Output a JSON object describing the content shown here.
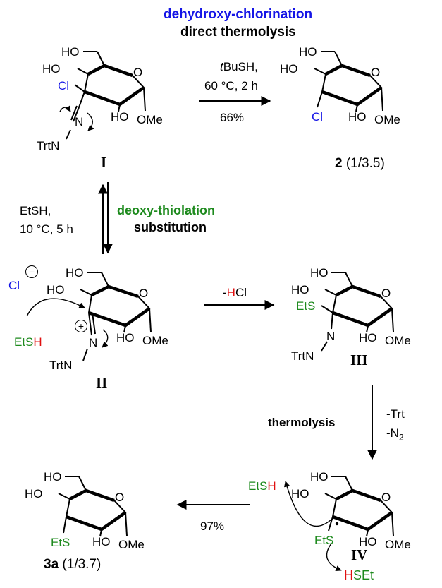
{
  "header": {
    "title_top": "dehydroxy-chlorination",
    "title_bottom": "direct thermolysis",
    "title_top_color": "#1515e6"
  },
  "step1": {
    "reagent_italic": "t",
    "reagent_rest": "BuSH,",
    "conditions": "60 °C, 2 h",
    "yield": "66%"
  },
  "step2": {
    "reagent": "EtSH,",
    "conditions": "10 °C, 5 h",
    "label_top": "deoxy-thiolation",
    "label_bottom": "substitution",
    "label_color": "#1d8a1d"
  },
  "step3": {
    "reagent_prefix": "-",
    "reagent_red": "H",
    "reagent_rest": "Cl"
  },
  "step4": {
    "label": "thermolysis",
    "line1": "-Trt",
    "line2_main": "-N",
    "line2_sub": "2"
  },
  "step5": {
    "yield": "97%"
  },
  "compounds": {
    "I": {
      "roman": "I"
    },
    "II": {
      "roman": "II"
    },
    "III": {
      "roman": "III"
    },
    "IV": {
      "roman": "IV"
    },
    "c2": {
      "number": "2",
      "ratio": "(1/3.5)"
    },
    "c3a": {
      "number": "3a",
      "ratio": "(1/3.7)"
    }
  },
  "atoms": {
    "HO": "HO",
    "O": "O",
    "OMe": "OMe",
    "Cl": "Cl",
    "EtS": "EtS",
    "TrtN": "TrtN",
    "N": "N",
    "EtS_H_main": "EtS",
    "EtS_H_red": "H",
    "HSEt_red": "H",
    "HSEt_main": "SEt",
    "plus": "+",
    "minus": "−"
  }
}
